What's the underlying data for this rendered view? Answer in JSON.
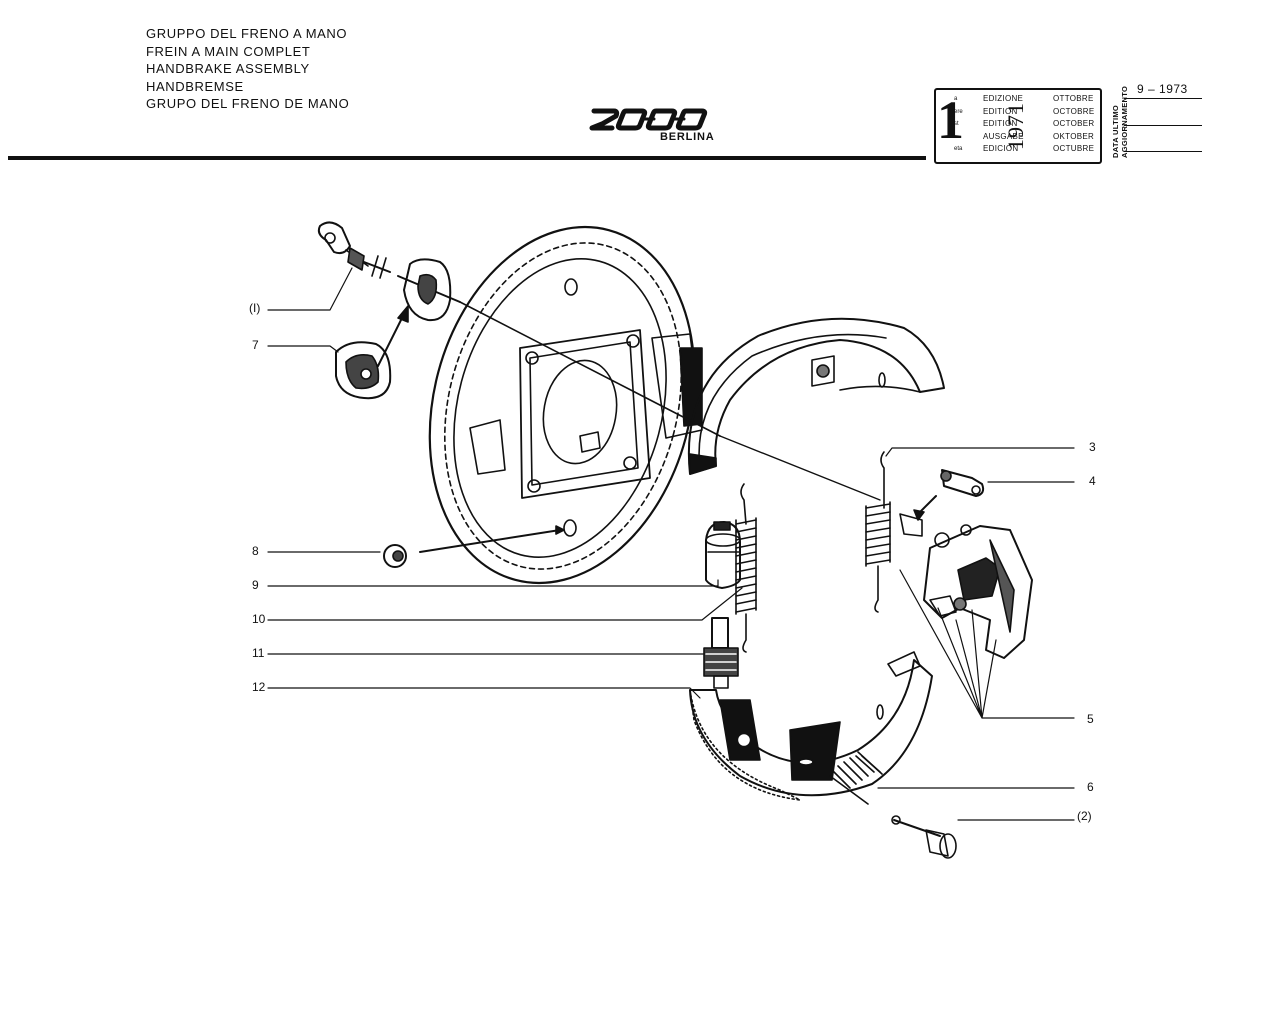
{
  "header": {
    "titles": [
      "GRUPPO DEL FRENO A MANO",
      "FREIN A MAIN COMPLET",
      "HANDBRAKE ASSEMBLY",
      "HANDBREMSE",
      "GRUPO DEL FRENO DE MANO"
    ],
    "logo": "2000",
    "model": "BERLINA"
  },
  "edition_box": {
    "number": "1",
    "ordinals": [
      "a",
      "ere",
      "st",
      ".",
      "eta"
    ],
    "edition_words": [
      "EDIZIONE",
      "EDITION",
      "EDITION",
      "AUSGABE",
      "EDICION"
    ],
    "year": "1971",
    "months": [
      "OTTOBRE",
      "OCTOBRE",
      "OCTOBER",
      "OKTOBER",
      "OCTUBRE"
    ],
    "side_label_1": "DATA ULTIMO",
    "side_label_2": "AGGIORNAMENTO",
    "last_update": "9 – 1973"
  },
  "callouts": {
    "c_i": "(I)",
    "c7": "7",
    "c8": "8",
    "c9": "9",
    "c10": "10",
    "c11": "11",
    "c12": "12",
    "c3": "3",
    "c4": "4",
    "c5": "5",
    "c6": "6",
    "c2": "(2)"
  },
  "colors": {
    "ink": "#111111",
    "paper": "#ffffff"
  }
}
